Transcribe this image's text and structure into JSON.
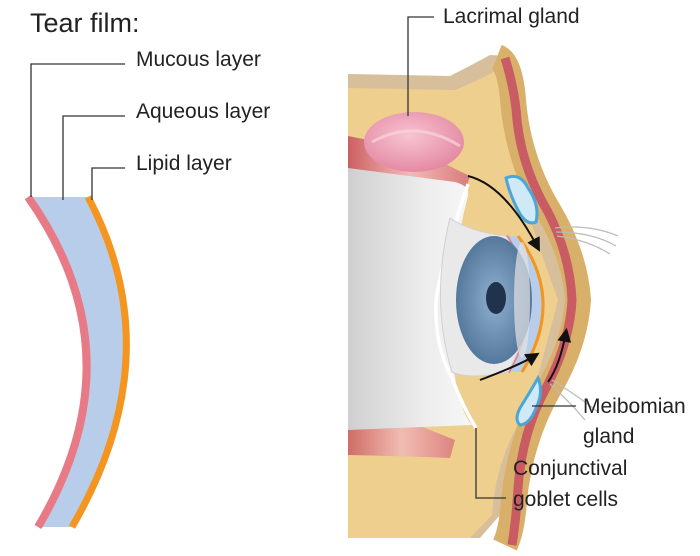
{
  "title": "Tear film:",
  "tear_film_layers": [
    {
      "label": "Mucous layer",
      "color": "#e87a86"
    },
    {
      "label": "Aqueous layer",
      "color": "#b8cde9"
    },
    {
      "label": "Lipid layer",
      "color": "#f3951e"
    }
  ],
  "eye_labels": {
    "lacrimal_gland": "Lacrimal gland",
    "meibomian_gland_line1": "Meibomian",
    "meibomian_gland_line2": "gland",
    "goblet_cells_line1": "Conjunctival",
    "goblet_cells_line2": "goblet cells"
  },
  "colors": {
    "skin": "#eecf8e",
    "skin_dark": "#d9b06a",
    "bone": "#d8bf9b",
    "lid_muscle": "#c95b63",
    "gland": "#f3a9bd",
    "sclera": "#e6e6e6",
    "iris": "#6f95b8",
    "pupil": "#21324d",
    "meibomian": "#4aa6d8"
  }
}
